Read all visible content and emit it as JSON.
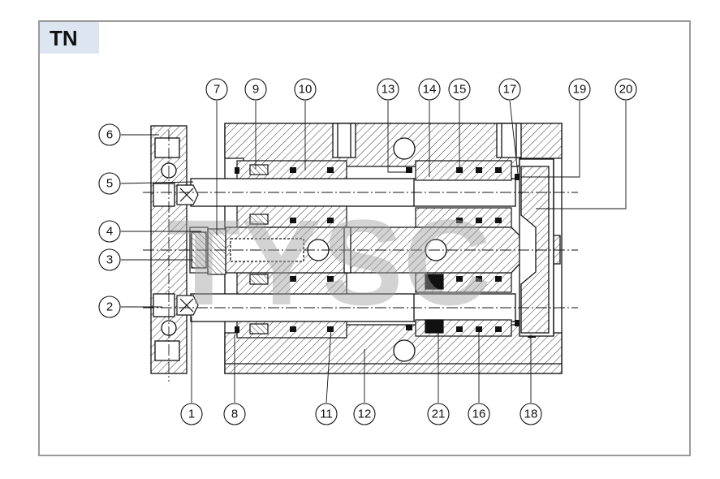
{
  "tag": {
    "label": "TN"
  },
  "watermark": "TYSC",
  "colors": {
    "frame": "#9a9a9a",
    "tag_bg": "#dde6f0",
    "line": "#111111",
    "watermark": "#a0a0a0"
  },
  "callouts": {
    "top": [
      "7",
      "9",
      "10",
      "13",
      "14",
      "15",
      "17",
      "19",
      "20"
    ],
    "left": [
      "6",
      "5",
      "4",
      "3",
      "2"
    ],
    "bottom": [
      "1",
      "8",
      "11",
      "12",
      "21",
      "16",
      "18"
    ]
  }
}
